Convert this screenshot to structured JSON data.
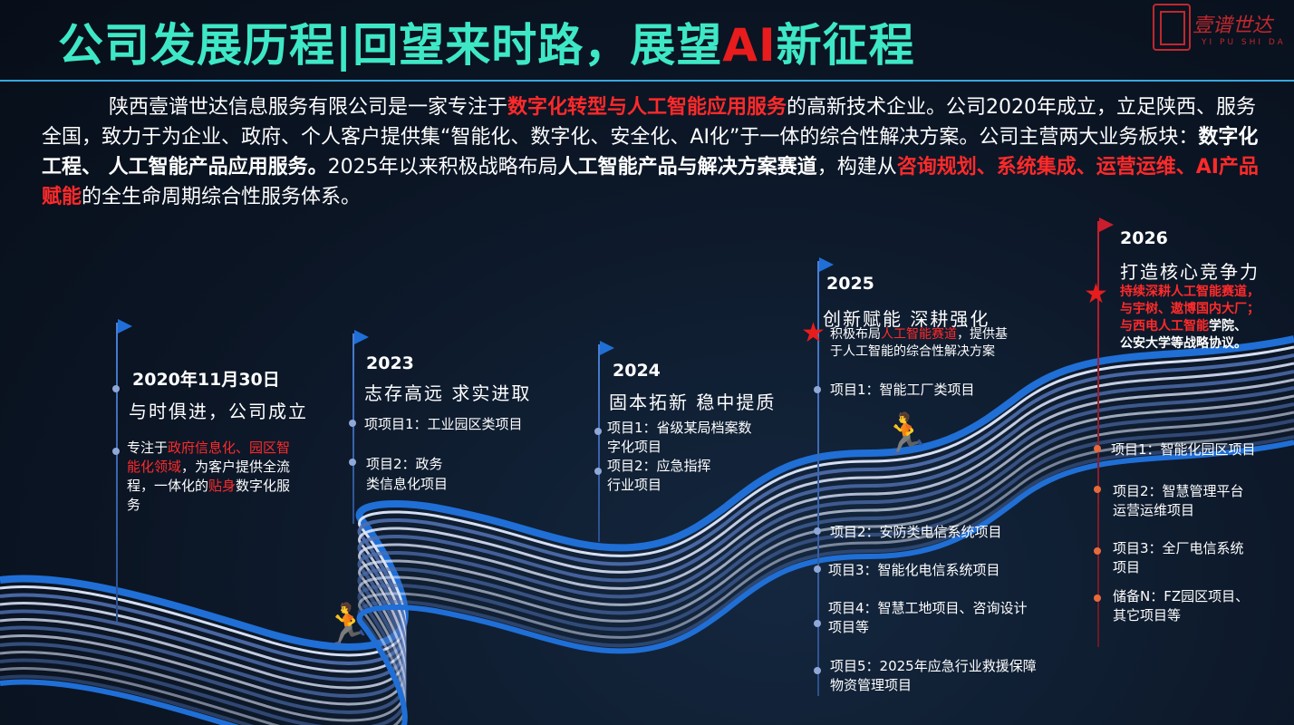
{
  "header": {
    "title_a": "公司发展历程|回望来时路，展望",
    "title_ai": "AI",
    "title_b": "新征程",
    "logo_name": "壹谱世达",
    "logo_pinyin": "YI PU SHI DA"
  },
  "intro": {
    "p1": "陕西壹谱世达信息服务有限公司是一家专注于",
    "p2": "数字化转型与人工智能应用服务",
    "p3": "的高新技术企业。公司2020年成立，立足陕西、服务全国，致力于为企业、政府、个人客户提供集“智能化、数字化、安全化、AI化”于一体的综合性解决方案。公司主营两大业务板块：",
    "p4": "数字化工程、 人工智能产品应用服务。",
    "p5": "2025年以来积极战略布局",
    "p6": "人工智能产品与解决方案赛道",
    "p7": "，构建从",
    "p8": "咨询规划、系统集成、运营运维、AI产品赋能",
    "p9": "的全生命周期综合性服务体系。"
  },
  "milestones": {
    "m2020": {
      "year": "2020年11月30日",
      "motto": "与时俱进，公司成立",
      "t1": "专注于",
      "t2": "政府信息化、园区智能化领域",
      "t3": "，为客户提供全流程，一体化的",
      "t4": "贴身",
      "t5": "数字化服务"
    },
    "m2023": {
      "year": "2023",
      "motto": "志存高远 求实进取",
      "i1": "项项目1：工业园区类项目",
      "i2a": "项目2：政务",
      "i2b": "类信息化项目"
    },
    "m2024": {
      "year": "2024",
      "motto": "固本拓新 稳中提质",
      "i1a": "项目1：省级某局档案数",
      "i1b": "字化项目",
      "i2a": "项目2：应急指挥",
      "i2b": "行业项目"
    },
    "m2025": {
      "year": "2025",
      "motto": "创新赋能  深耕强化",
      "s1": "积极布局",
      "s2": "人工智能赛道",
      "s3": "，提供基",
      "s4": "于人工智能的综合性解决方案",
      "i1": "项目1：智能工厂类项目",
      "i2": "项目2：安防类电信系统项目",
      "i3": "项目3：智能化电信系统项目",
      "i4a": "项目4：智慧工地项目、咨询设计",
      "i4b": "项目等",
      "i5a": "项目5：2025年应急行业救援保障",
      "i5b": "物资管理项目"
    },
    "m2026": {
      "year": "2026",
      "motto": "打造核心竞争力",
      "s1": "持续深耕人工智能赛道，",
      "s2": "与宇树、遨博国内大厂；",
      "s3": "与西电人工智能",
      "s4": "学院、",
      "s5": "公安大学等战略协议。",
      "i1": "项目1：智能化园区项目",
      "i2a": "项目2：智慧管理平台",
      "i2b": "运营运维项目",
      "i3a": "项目3：全厂电信系统",
      "i3b": "项目",
      "i4a": "储备N：FZ园区项目、",
      "i4b": "其它项目等"
    }
  },
  "icons": {
    "runner": "runner-icon",
    "flag": "flag-icon",
    "star": "star-icon"
  },
  "colors": {
    "title": "#3ee8c6",
    "accent_red": "#e81c1c",
    "road_blue": "#1f6fd6"
  }
}
